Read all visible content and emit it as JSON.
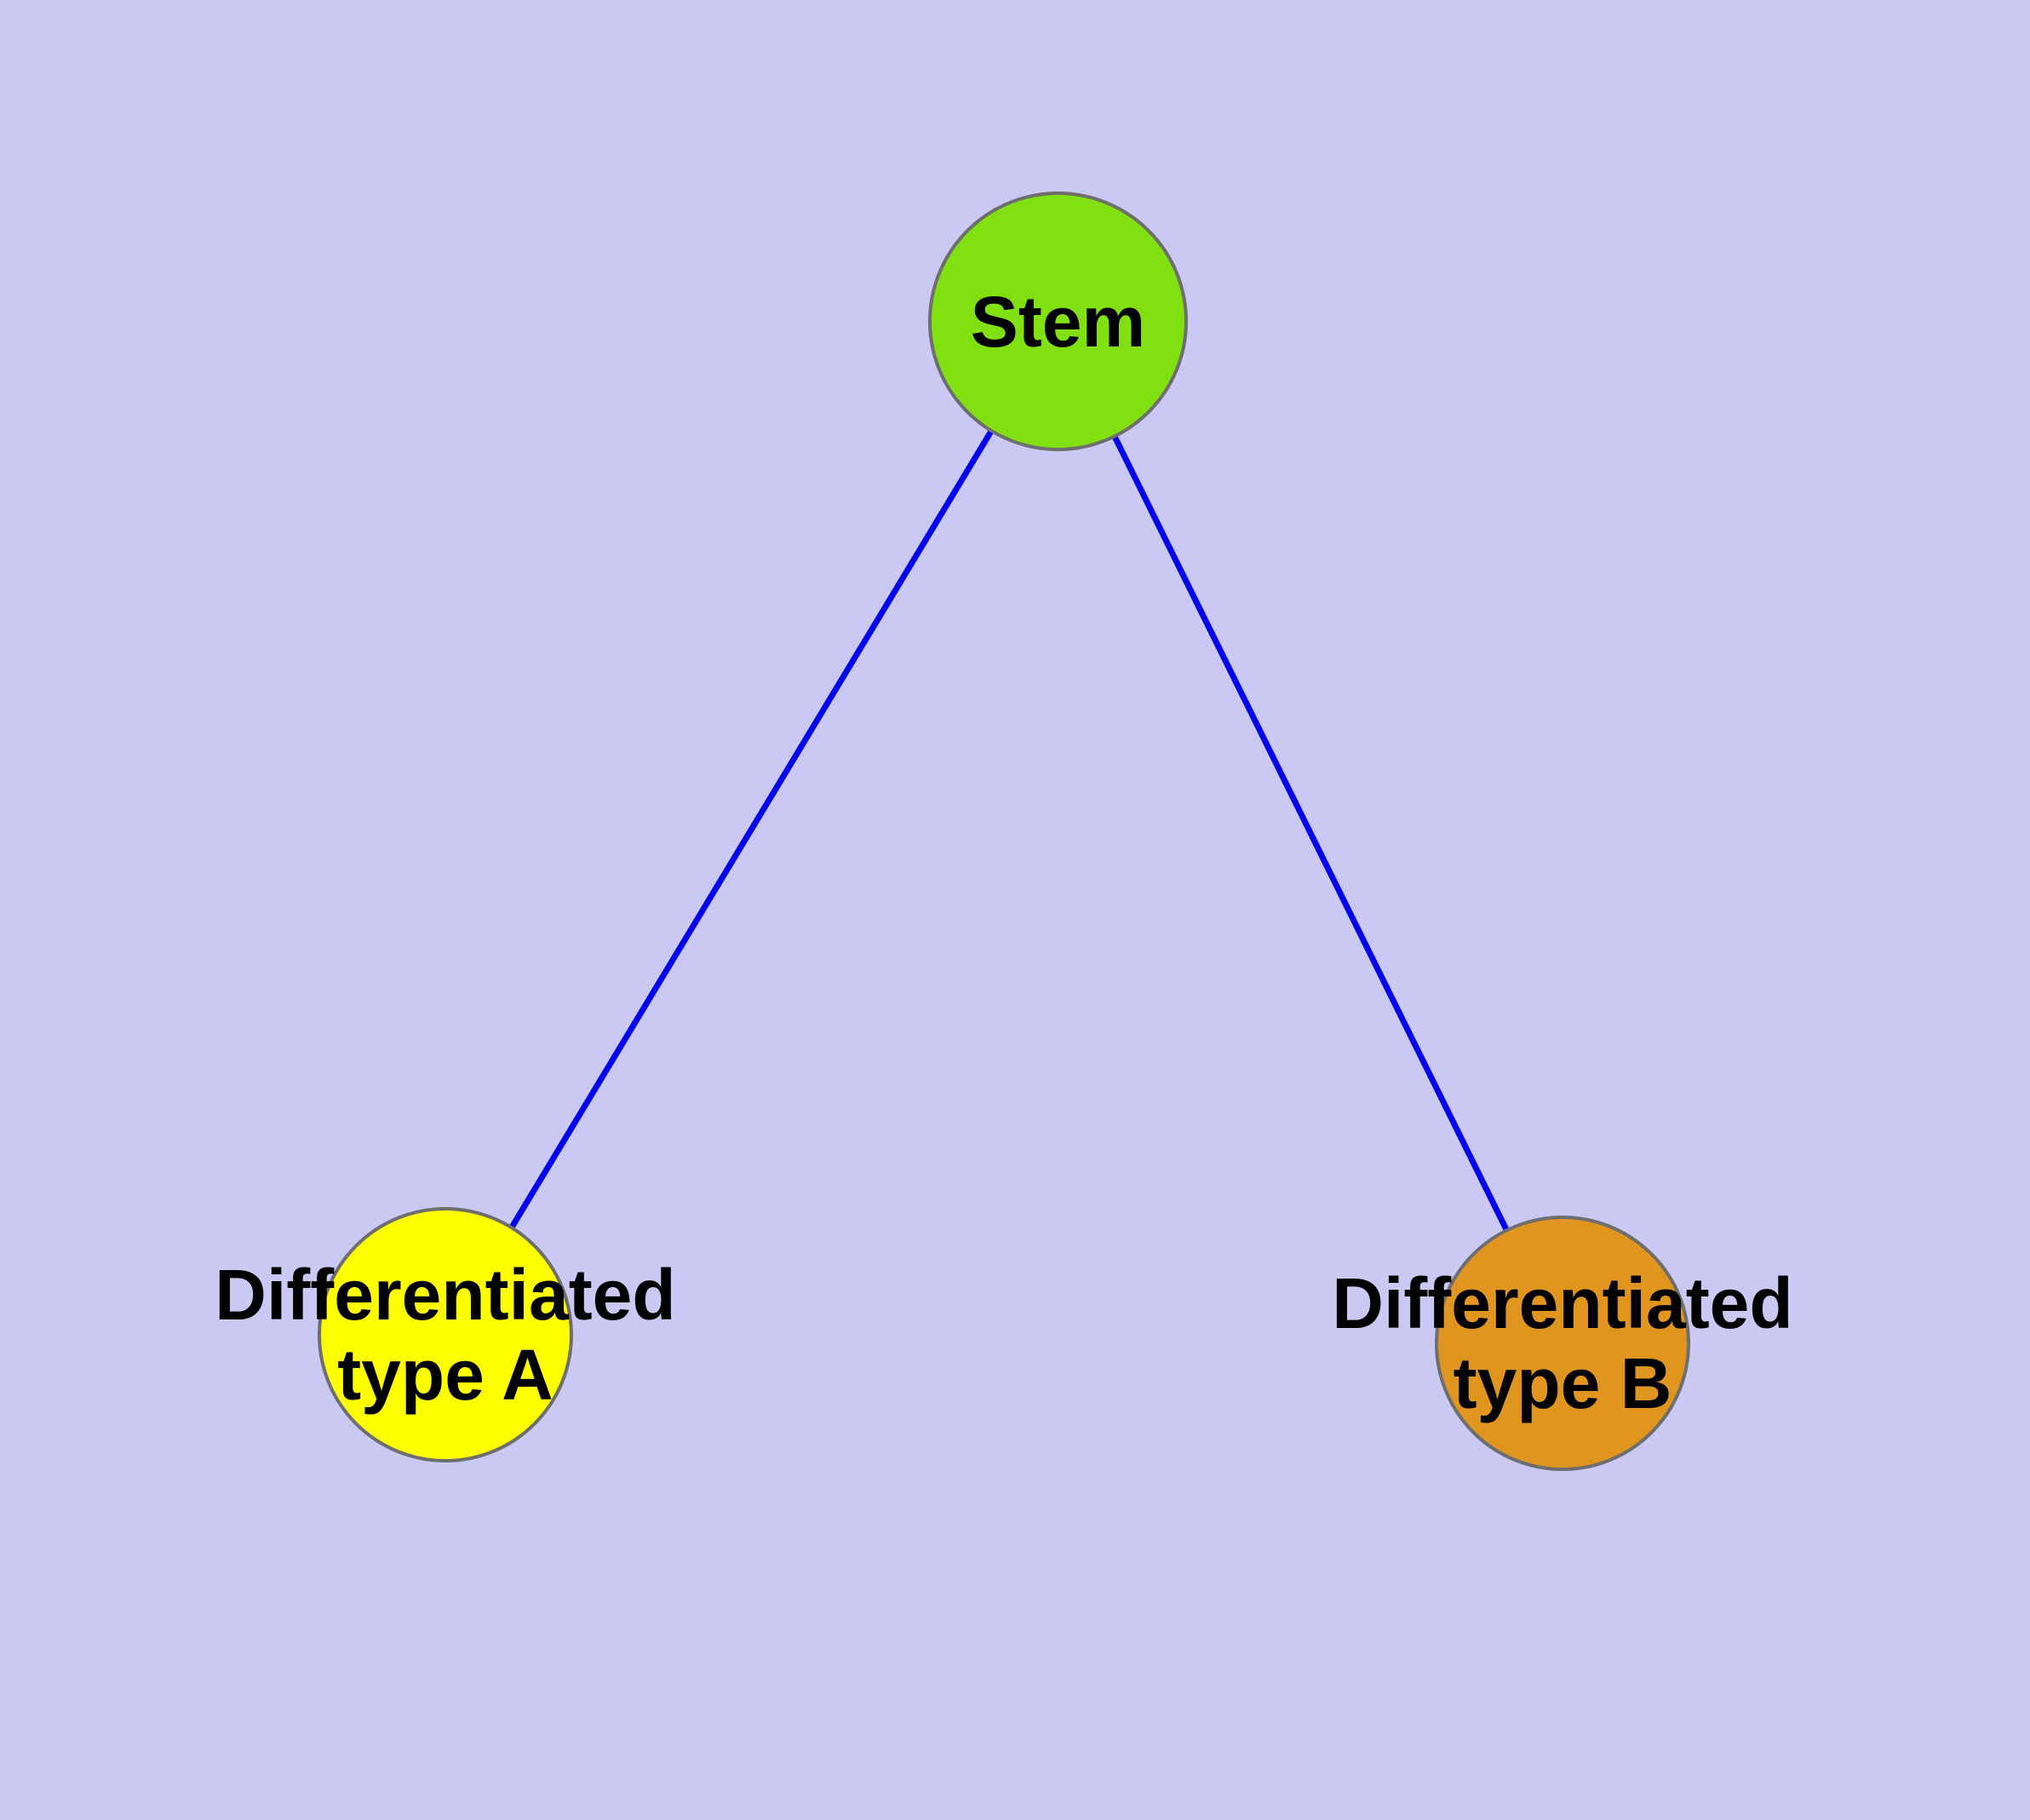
{
  "diagram": {
    "background_color": "#c9c9f3",
    "edge_color": "#0000ee",
    "node_border_color": "#6e6e6e",
    "text_color": "#000000",
    "nodes": {
      "stem": {
        "label": "Stem",
        "color": "#80e010"
      },
      "type_a": {
        "label": "Differentiated\ntype A",
        "color": "#ffff00"
      },
      "type_b": {
        "label": "Differentiated\ntype B",
        "color": "#e0951f"
      }
    },
    "edges": [
      {
        "from": "stem",
        "to": "type_a"
      },
      {
        "from": "stem",
        "to": "type_b"
      }
    ]
  }
}
